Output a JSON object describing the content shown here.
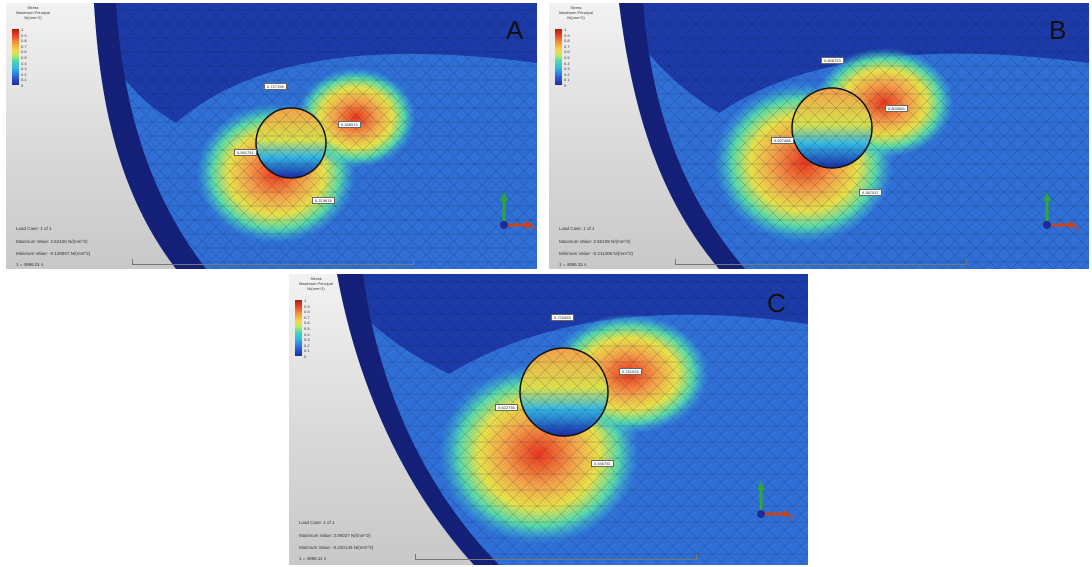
{
  "legend": {
    "title_lines": [
      "Stress",
      "Maximum Principal",
      "N/(mm^2)"
    ],
    "ticks": [
      "1",
      "0.9",
      "0.8",
      "0.7",
      "0.6",
      "0.5",
      "0.4",
      "0.3",
      "0.2",
      "0.1",
      "0"
    ]
  },
  "axis": {
    "y_label": "Y",
    "x_label": "X"
  },
  "panels": {
    "a": {
      "letter": "A",
      "load_case": "Load Case:   1 of 1",
      "max_value": "Maximum Value: 2.62426 N/(mm^2)",
      "min_value": "Minimum Value: -0.128907 N/(mm^2)",
      "time": "1 = 4896.01 s",
      "callouts": [
        "0.727195",
        "0.346574",
        "0.591751",
        "0.374676"
      ]
    },
    "b": {
      "letter": "B",
      "load_case": "Load Case:   1 of 1",
      "max_value": "Maximum Value: 2.56109 N/(mm^2)",
      "min_value": "Minimum Value: -0.211306 N/(mm^2)",
      "time": "1 = 4896.15 s",
      "callouts": [
        "0.506723",
        "0.802664",
        "0.627488",
        "0.367037"
      ]
    },
    "c": {
      "letter": "C",
      "load_case": "Load Case:   1 of 1",
      "max_value": "Maximum Value: 3.06027 N/(mm^2)",
      "min_value": "Minimum Value: -0.220145 N/(mm^2)",
      "time": "1 = 4896.11 s",
      "callouts": [
        "0.723493",
        "0.761024",
        "0.622736",
        "0.446751"
      ]
    }
  }
}
